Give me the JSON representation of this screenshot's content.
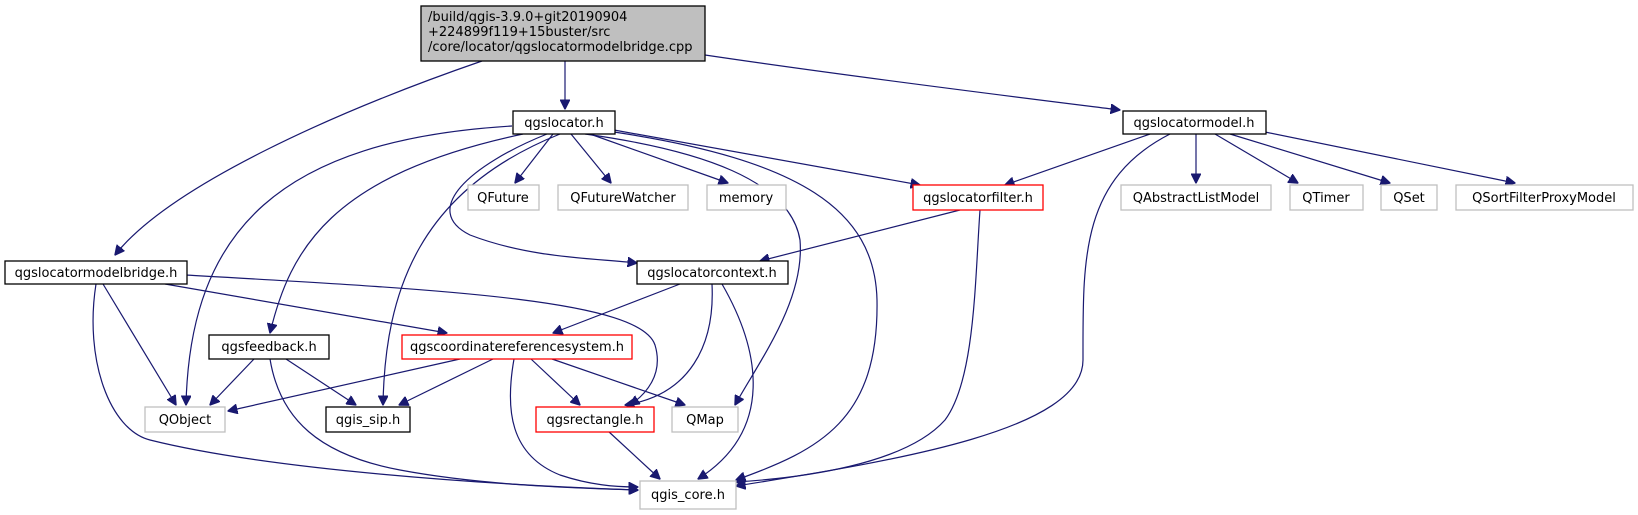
{
  "colors": {
    "edge": "#191970",
    "root_fill": "#bfbfbf",
    "documented_border": "#000000",
    "red_border": "#ff0000",
    "external_border": "#bfbfbf"
  },
  "nodes": {
    "root": {
      "lines": [
        "/build/qgis-3.9.0+git20190904",
        "+224899f119+15buster/src",
        "/core/locator/qgslocatormodelbridge.cpp"
      ],
      "style": "root"
    },
    "qgslocator_h": {
      "label": "qgslocator.h",
      "style": "documented"
    },
    "qgslocatormodel_h": {
      "label": "qgslocatormodel.h",
      "style": "documented"
    },
    "qgslocatormodelbridge_h": {
      "label": "qgslocatormodelbridge.h",
      "style": "documented"
    },
    "qfuture": {
      "label": "QFuture",
      "style": "external"
    },
    "qfuturewatcher": {
      "label": "QFutureWatcher",
      "style": "external"
    },
    "memory": {
      "label": "memory",
      "style": "external"
    },
    "qgslocatorfilter_h": {
      "label": "qgslocatorfilter.h",
      "style": "red"
    },
    "qabstractlistmodel": {
      "label": "QAbstractListModel",
      "style": "external"
    },
    "qtimer": {
      "label": "QTimer",
      "style": "external"
    },
    "qset": {
      "label": "QSet",
      "style": "external"
    },
    "qsortfilterproxymodel": {
      "label": "QSortFilterProxyModel",
      "style": "external"
    },
    "qgslocatorcontext_h": {
      "label": "qgslocatorcontext.h",
      "style": "documented"
    },
    "qgsfeedback_h": {
      "label": "qgsfeedback.h",
      "style": "documented"
    },
    "qgscoordinatereferencesystem_h": {
      "label": "qgscoordinatereferencesystem.h",
      "style": "red"
    },
    "qobject": {
      "label": "QObject",
      "style": "external"
    },
    "qgis_sip_h": {
      "label": "qgis_sip.h",
      "style": "documented"
    },
    "qgsrectangle_h": {
      "label": "qgsrectangle.h",
      "style": "red"
    },
    "qmap": {
      "label": "QMap",
      "style": "external"
    },
    "qgis_core_h": {
      "label": "qgis_core.h",
      "style": "external"
    }
  },
  "edges": [
    [
      "root",
      "qgslocator_h"
    ],
    [
      "root",
      "qgslocatormodel_h"
    ],
    [
      "root",
      "qgslocatormodelbridge_h"
    ],
    [
      "qgslocator_h",
      "qfuture"
    ],
    [
      "qgslocator_h",
      "qfuturewatcher"
    ],
    [
      "qgslocator_h",
      "memory"
    ],
    [
      "qgslocator_h",
      "qgslocatorfilter_h"
    ],
    [
      "qgslocator_h",
      "qgslocatorcontext_h"
    ],
    [
      "qgslocator_h",
      "qgsfeedback_h"
    ],
    [
      "qgslocator_h",
      "qobject"
    ],
    [
      "qgslocator_h",
      "qgis_sip_h"
    ],
    [
      "qgslocator_h",
      "qmap"
    ],
    [
      "qgslocator_h",
      "qgis_core_h"
    ],
    [
      "qgslocatormodel_h",
      "qgslocatorfilter_h"
    ],
    [
      "qgslocatormodel_h",
      "qabstractlistmodel"
    ],
    [
      "qgslocatormodel_h",
      "qtimer"
    ],
    [
      "qgslocatormodel_h",
      "qset"
    ],
    [
      "qgslocatormodel_h",
      "qsortfilterproxymodel"
    ],
    [
      "qgslocatormodel_h",
      "qgis_core_h"
    ],
    [
      "qgslocatorfilter_h",
      "qgslocatorcontext_h"
    ],
    [
      "qgslocatorfilter_h",
      "qgis_core_h"
    ],
    [
      "qgslocatormodelbridge_h",
      "qgscoordinatereferencesystem_h"
    ],
    [
      "qgslocatormodelbridge_h",
      "qobject"
    ],
    [
      "qgslocatormodelbridge_h",
      "qgsrectangle_h"
    ],
    [
      "qgslocatormodelbridge_h",
      "qgis_core_h"
    ],
    [
      "qgslocatorcontext_h",
      "qgscoordinatereferencesystem_h"
    ],
    [
      "qgslocatorcontext_h",
      "qgsrectangle_h"
    ],
    [
      "qgslocatorcontext_h",
      "qgis_core_h"
    ],
    [
      "qgsfeedback_h",
      "qobject"
    ],
    [
      "qgsfeedback_h",
      "qgis_sip_h"
    ],
    [
      "qgsfeedback_h",
      "qgis_core_h"
    ],
    [
      "qgscoordinatereferencesystem_h",
      "qobject"
    ],
    [
      "qgscoordinatereferencesystem_h",
      "qgis_sip_h"
    ],
    [
      "qgscoordinatereferencesystem_h",
      "qgsrectangle_h"
    ],
    [
      "qgscoordinatereferencesystem_h",
      "qmap"
    ],
    [
      "qgscoordinatereferencesystem_h",
      "qgis_core_h"
    ],
    [
      "qgsrectangle_h",
      "qgis_core_h"
    ]
  ]
}
